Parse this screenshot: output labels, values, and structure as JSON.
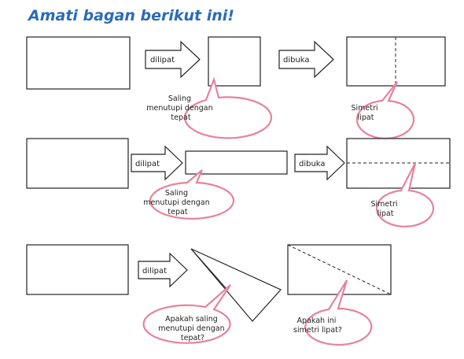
{
  "title": "Amati bagan berikut ini!",
  "rows": [
    {
      "arrow1": "dilipat",
      "arrow2": "dibuka",
      "bubble1": [
        "Saling",
        "menutupi dengan",
        "tepat"
      ],
      "bubble2": [
        "Simetri",
        "lipat"
      ]
    },
    {
      "arrow1": "dilipat",
      "arrow2": "dibuka",
      "bubble1": [
        "Saling",
        "menutupi dengan",
        "tepat"
      ],
      "bubble2": [
        "Simetri",
        "lipat"
      ]
    },
    {
      "arrow1": "dilipat",
      "bubble1": [
        "Apakah saling",
        "menutupi dengan",
        "tepat?"
      ],
      "bubble2": [
        "Apakah ini",
        "simetri lipat?"
      ]
    }
  ]
}
